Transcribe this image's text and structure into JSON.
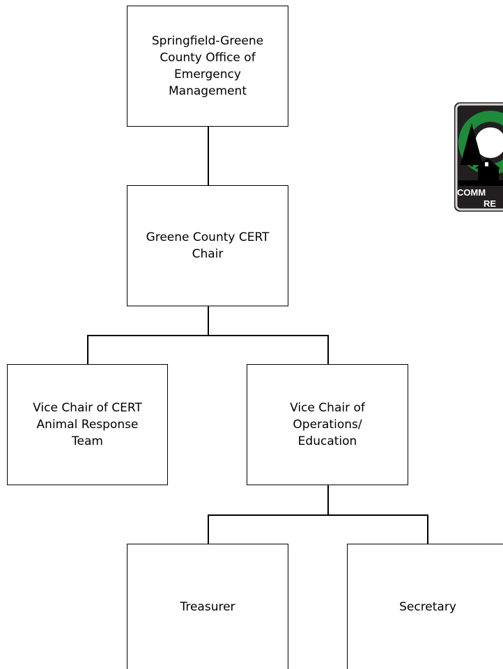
{
  "org_chart": {
    "top": "Springfield-Greene\nCounty Office of\nEmergency\nManagement",
    "chair": "Greene County CERT\nChair",
    "vice_chair_animal": "Vice Chair of CERT\nAnimal Response\nTeam",
    "vice_chair_ops": "Vice Chair of\nOperations/\nEducation",
    "treasurer": "Treasurer",
    "secretary": "Secretary"
  },
  "logo": {
    "text_line1": "COMM",
    "text_line2": "RE",
    "colors": {
      "background": "#231f20",
      "green": "#1f8a3a",
      "frame": "#d9d9d9"
    }
  }
}
